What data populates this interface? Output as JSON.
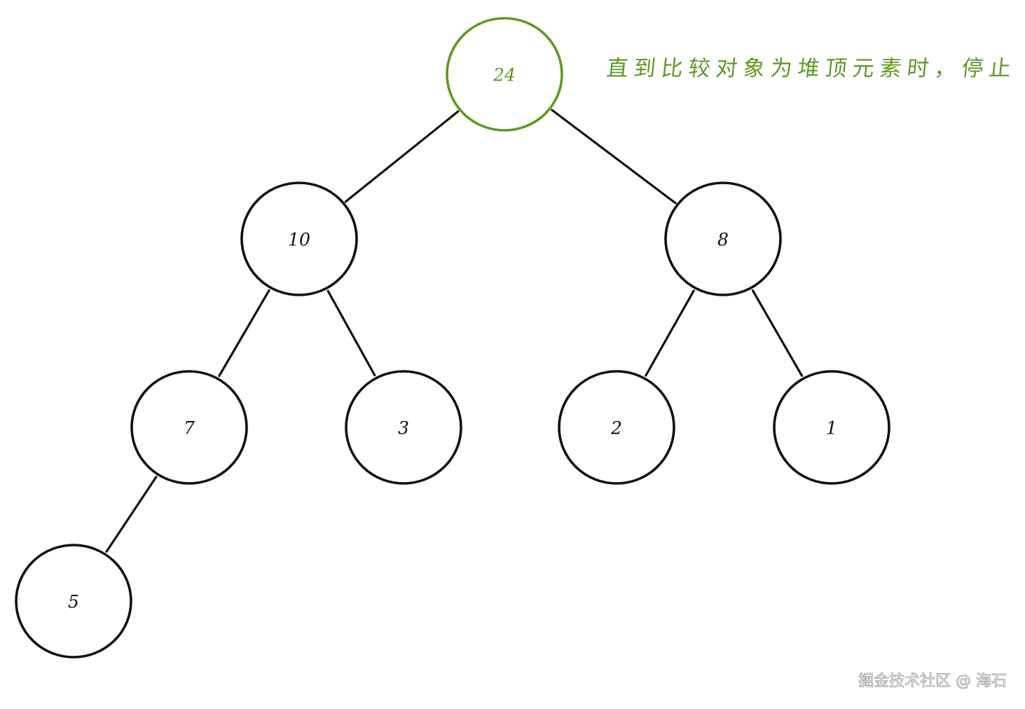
{
  "annotation": {
    "text": "直到比较对象为堆顶元素时，停止",
    "color": "#5c9a23"
  },
  "watermark": {
    "text": "掘金技术社区 @ 海石"
  },
  "tree": {
    "highlight_color": "#5c9a23",
    "node_color": "#111111",
    "nodes": [
      {
        "id": "n24",
        "label": "24",
        "highlight": true
      },
      {
        "id": "n10",
        "label": "10",
        "highlight": false
      },
      {
        "id": "n8",
        "label": "8",
        "highlight": false
      },
      {
        "id": "n7",
        "label": "7",
        "highlight": false
      },
      {
        "id": "n3",
        "label": "3",
        "highlight": false
      },
      {
        "id": "n2",
        "label": "2",
        "highlight": false
      },
      {
        "id": "n1",
        "label": "1",
        "highlight": false
      },
      {
        "id": "n5",
        "label": "5",
        "highlight": false
      }
    ],
    "edges": [
      {
        "from": "n24",
        "to": "n10"
      },
      {
        "from": "n24",
        "to": "n8"
      },
      {
        "from": "n10",
        "to": "n7"
      },
      {
        "from": "n10",
        "to": "n3"
      },
      {
        "from": "n8",
        "to": "n2"
      },
      {
        "from": "n8",
        "to": "n1"
      },
      {
        "from": "n7",
        "to": "n5"
      }
    ]
  }
}
